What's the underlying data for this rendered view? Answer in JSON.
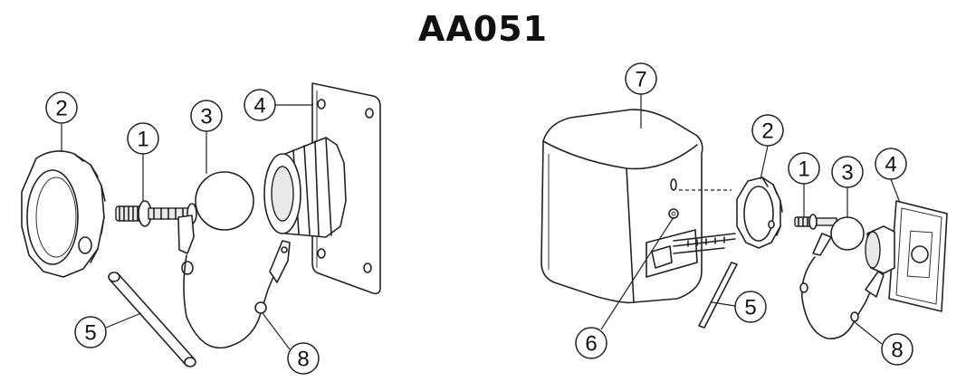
{
  "title": "AA051",
  "left_callouts": [
    "2",
    "1",
    "3",
    "4",
    "5",
    "8"
  ],
  "right_callouts": [
    "7",
    "2",
    "1",
    "3",
    "4",
    "5",
    "6",
    "8"
  ]
}
